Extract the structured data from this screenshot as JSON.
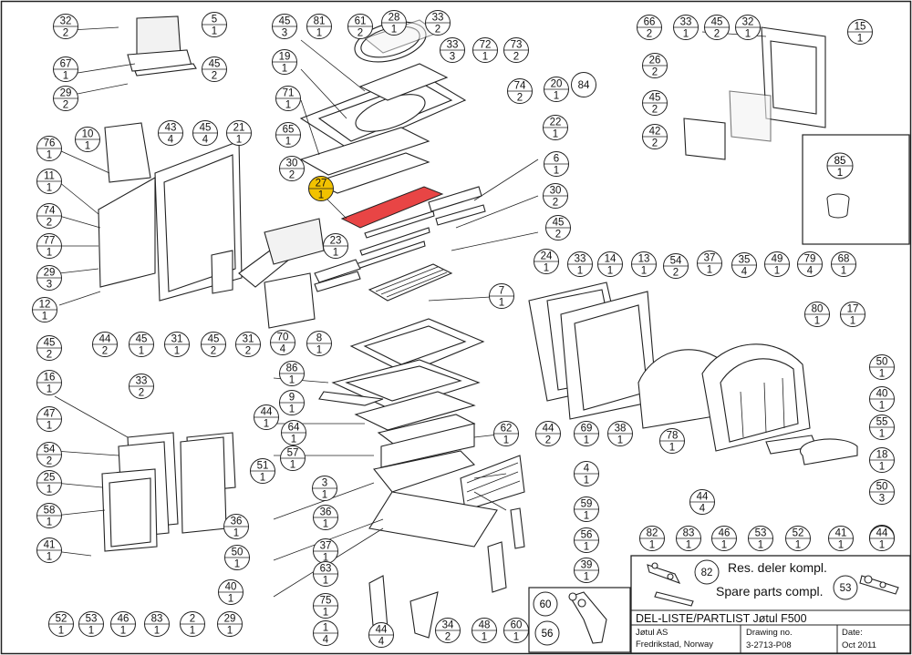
{
  "title_block": {
    "title": "DEL-LISTE/PARTLIST Jøtul F500",
    "company": "Jøtul AS",
    "location": "Fredrikstad, Norway",
    "drawing_label": "Drawing no.",
    "drawing_no": "3-2713-P08",
    "date_label": "Date:",
    "date": "Oct 2011"
  },
  "legend": {
    "res_parts_callout": "82",
    "res_parts_label": "Res. deler kompl.",
    "spare_parts_callout": "53",
    "spare_parts_label": "Spare parts compl."
  },
  "inset_grate": {
    "callouts": [
      "60",
      "56"
    ]
  },
  "inset_flue": {
    "callout_top": "85",
    "callout_bottom": "1"
  },
  "highlight_color": "#e84545",
  "highlight_callout_color": "#f2c200",
  "callouts": [
    {
      "t": "32",
      "b": "2"
    },
    {
      "t": "5",
      "b": "1"
    },
    {
      "t": "67",
      "b": "1"
    },
    {
      "t": "45",
      "b": "2"
    },
    {
      "t": "29",
      "b": "2"
    },
    {
      "t": "45",
      "b": "3"
    },
    {
      "t": "81",
      "b": "1"
    },
    {
      "t": "61",
      "b": "2"
    },
    {
      "t": "28",
      "b": "1"
    },
    {
      "t": "33",
      "b": "2"
    },
    {
      "t": "19",
      "b": "1"
    },
    {
      "t": "33",
      "b": "3"
    },
    {
      "t": "72",
      "b": "1"
    },
    {
      "t": "73",
      "b": "2"
    },
    {
      "t": "71",
      "b": "1"
    },
    {
      "t": "74",
      "b": "2"
    },
    {
      "t": "20",
      "b": "1"
    },
    {
      "t": "84",
      "b": ""
    },
    {
      "t": "65",
      "b": "1"
    },
    {
      "t": "22",
      "b": "1"
    },
    {
      "t": "10",
      "b": "1"
    },
    {
      "t": "43",
      "b": "4"
    },
    {
      "t": "45",
      "b": "4"
    },
    {
      "t": "21",
      "b": "1"
    },
    {
      "t": "76",
      "b": "1"
    },
    {
      "t": "30",
      "b": "2"
    },
    {
      "t": "27",
      "b": "1"
    },
    {
      "t": "6",
      "b": "1"
    },
    {
      "t": "11",
      "b": "1"
    },
    {
      "t": "30",
      "b": "2"
    },
    {
      "t": "74",
      "b": "2"
    },
    {
      "t": "45",
      "b": "2"
    },
    {
      "t": "77",
      "b": "1"
    },
    {
      "t": "23",
      "b": "1"
    },
    {
      "t": "29",
      "b": "3"
    },
    {
      "t": "24",
      "b": "1"
    },
    {
      "t": "33",
      "b": "1"
    },
    {
      "t": "14",
      "b": "1"
    },
    {
      "t": "13",
      "b": "1"
    },
    {
      "t": "54",
      "b": "2"
    },
    {
      "t": "37",
      "b": "1"
    },
    {
      "t": "35",
      "b": "4"
    },
    {
      "t": "49",
      "b": "1"
    },
    {
      "t": "79",
      "b": "4"
    },
    {
      "t": "68",
      "b": "1"
    },
    {
      "t": "12",
      "b": "1"
    },
    {
      "t": "7",
      "b": "1"
    },
    {
      "t": "80",
      "b": "1"
    },
    {
      "t": "17",
      "b": "1"
    },
    {
      "t": "44",
      "b": "2"
    },
    {
      "t": "45",
      "b": "1"
    },
    {
      "t": "31",
      "b": "1"
    },
    {
      "t": "45",
      "b": "2"
    },
    {
      "t": "31",
      "b": "2"
    },
    {
      "t": "70",
      "b": "4"
    },
    {
      "t": "8",
      "b": "1"
    },
    {
      "t": "45",
      "b": "2"
    },
    {
      "t": "86",
      "b": "1"
    },
    {
      "t": "16",
      "b": "1"
    },
    {
      "t": "33",
      "b": "2"
    },
    {
      "t": "9",
      "b": "1"
    },
    {
      "t": "44",
      "b": "1"
    },
    {
      "t": "64",
      "b": "1"
    },
    {
      "t": "47",
      "b": "1"
    },
    {
      "t": "57",
      "b": "1"
    },
    {
      "t": "62",
      "b": "1"
    },
    {
      "t": "50",
      "b": "1"
    },
    {
      "t": "40",
      "b": "1"
    },
    {
      "t": "54",
      "b": "2"
    },
    {
      "t": "51",
      "b": "1"
    },
    {
      "t": "44",
      "b": "2"
    },
    {
      "t": "69",
      "b": "1"
    },
    {
      "t": "38",
      "b": "1"
    },
    {
      "t": "78",
      "b": "1"
    },
    {
      "t": "55",
      "b": "1"
    },
    {
      "t": "25",
      "b": "1"
    },
    {
      "t": "3",
      "b": "1"
    },
    {
      "t": "4",
      "b": "1"
    },
    {
      "t": "18",
      "b": "1"
    },
    {
      "t": "36",
      "b": "1"
    },
    {
      "t": "36",
      "b": "1"
    },
    {
      "t": "59",
      "b": "1"
    },
    {
      "t": "50",
      "b": "3"
    },
    {
      "t": "58",
      "b": "1"
    },
    {
      "t": "37",
      "b": "1"
    },
    {
      "t": "44",
      "b": "4"
    },
    {
      "t": "29",
      "b": "1"
    },
    {
      "t": "56",
      "b": "1"
    },
    {
      "t": "41",
      "b": "1"
    },
    {
      "t": "82",
      "b": "1"
    },
    {
      "t": "83",
      "b": "1"
    },
    {
      "t": "46",
      "b": "1"
    },
    {
      "t": "53",
      "b": "1"
    },
    {
      "t": "52",
      "b": "1"
    },
    {
      "t": "41",
      "b": "1"
    },
    {
      "t": "44",
      "b": "1"
    },
    {
      "t": "50",
      "b": "1"
    },
    {
      "t": "63",
      "b": "1"
    },
    {
      "t": "39",
      "b": "1"
    },
    {
      "t": "40",
      "b": "1"
    },
    {
      "t": "75",
      "b": "1"
    },
    {
      "t": "52",
      "b": "1"
    },
    {
      "t": "53",
      "b": "1"
    },
    {
      "t": "46",
      "b": "1"
    },
    {
      "t": "83",
      "b": "1"
    },
    {
      "t": "2",
      "b": "1"
    },
    {
      "t": "29",
      "b": "1"
    },
    {
      "t": "1",
      "b": "4"
    },
    {
      "t": "44",
      "b": "4"
    },
    {
      "t": "34",
      "b": "2"
    },
    {
      "t": "48",
      "b": "1"
    },
    {
      "t": "60",
      "b": "1"
    },
    {
      "t": "66",
      "b": "2"
    },
    {
      "t": "33",
      "b": "1"
    },
    {
      "t": "45",
      "b": "2"
    },
    {
      "t": "32",
      "b": "1"
    },
    {
      "t": "15",
      "b": "1"
    },
    {
      "t": "26",
      "b": "2"
    },
    {
      "t": "45",
      "b": "2"
    },
    {
      "t": "42",
      "b": "2"
    }
  ]
}
